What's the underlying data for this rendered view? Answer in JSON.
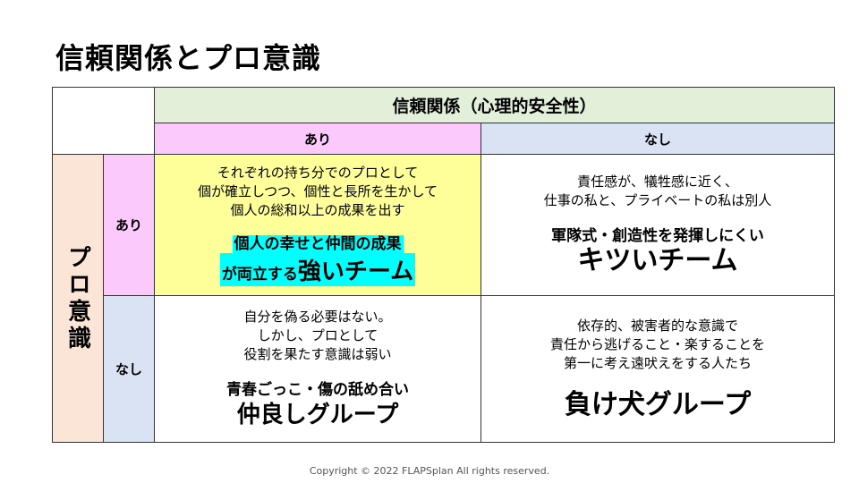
{
  "title": "信頼関係とプロ意識",
  "col_header": "信頼関係（心理的安全性）",
  "col_yes": "あり",
  "col_no": "なし",
  "row_header": "プロ意識",
  "row_yes": "あり",
  "row_no": "なし",
  "cells": {
    "yy": {
      "lines": [
        "それぞれの持ち分でのプロとして",
        "個が確立しつつ、個性と長所を生かして",
        "個人の総和以上の成果を出す"
      ],
      "b1": "個人の幸せと仲間の成果",
      "b2a": "が両立する",
      "b2b": "強いチーム"
    },
    "yn": {
      "lines": [
        "責任感が、犠牲感に近く、",
        "仕事の私と、プライベートの私は別人"
      ],
      "b1": "軍隊式・創造性を発揮しにくい",
      "b2": "キツいチーム"
    },
    "ny": {
      "lines": [
        "自分を偽る必要はない。",
        "しかし、プロとして",
        "役割を果たす意識は弱い"
      ],
      "b1": "青春ごっこ・傷の舐め合い",
      "b2": "仲良しグループ"
    },
    "nn": {
      "lines": [
        "依存的、被害者的な意識で",
        "責任から逃げること・楽することを",
        "第一に考え遠吠えをする人たち"
      ],
      "b2": "負け犬グループ"
    }
  },
  "copyright": "Copyright © 2022 FLAPSplan All rights reserved.",
  "colors": {
    "green": "#e2efd9",
    "pink": "#fbc9fb",
    "blue": "#dae3f3",
    "peach": "#fbe5d6",
    "yellow": "#ffff99",
    "cyan": "#00ffff"
  }
}
